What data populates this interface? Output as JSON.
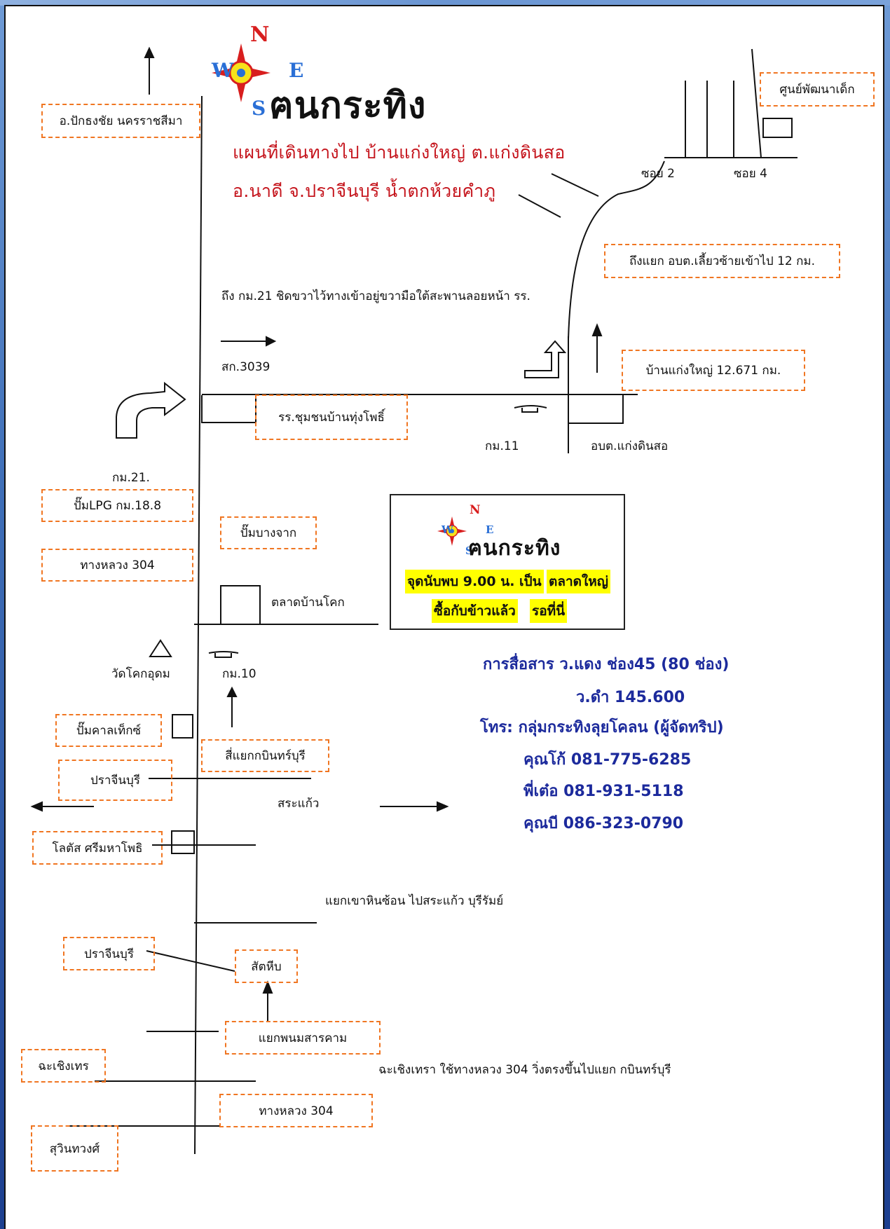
{
  "brand": {
    "name": "ฅนกระทิง",
    "compass": {
      "north": "N",
      "south": "S",
      "east": "E",
      "west": "W"
    }
  },
  "title": {
    "line1": "แผนที่เดินทางไป บ้านแก่งใหญ่ ต.แก่งดินสอ",
    "line2": "อ.นาดี  จ.ปราจีนบุรี  น้ำตกห้วยคำภู"
  },
  "colors": {
    "title_red": "#c5151d",
    "box_orange": "#f07622",
    "contact_blue": "#1c2a9c",
    "highlight_yellow": "#ffff00",
    "compass_red": "#d81e1e",
    "compass_yellow": "#f7e21a",
    "compass_blue": "#2a6fd6"
  },
  "boxed_labels": {
    "pak_thong_chai": "อ.ปักธงชัย นครราชสีมา",
    "child_center": "ศูนย์พัฒนาเด็ก",
    "obt_turn_left": "ถึงแยก อบต.เลี้ยวซ้ายเข้าไป 12 กม.",
    "ban_kaeng_yai": "บ้านแก่งใหญ่ 12.671 กม.",
    "school_thung_pho": "รร.ชุมชนบ้านทุ่งโพธิ์",
    "lpg_pump": "ปั๊มLPG กม.18.8",
    "highway_304_top": "ทางหลวง 304",
    "bang_chak_pump": "ปั๊มบางจาก",
    "caltex_pump": "ปั๊มคาลเท็กซ์",
    "kabin_buri_junction": "สี่แยกกบินทร์บุรี",
    "prachin_buri_1": "ปราจีนบุรี",
    "lotus": "โลตัส ศรีมหาโพธิ",
    "prachin_buri_2": "ปราจีนบุรี",
    "sat_hip": "สัตหีบ",
    "phanom_sarakham": "แยกพนมสารคาม",
    "chachoengsao": "ฉะเชิงเทร",
    "highway_304_bottom": "ทางหลวง 304",
    "suwinthawong": "สุวินทวงศ์"
  },
  "labels": {
    "km21_note": "ถึง กม.21 ชิดขวาไว้ทางเข้าอยู่ขวามือใต้สะพานลอยหน้า รร.",
    "road_3039": "สก.3039",
    "soi_2": "ซอย 2",
    "soi_4": "ซอย 4",
    "km11": "กม.11",
    "obt_kaeng_din_so": "อบต.แก่งดินสอ",
    "km21": "กม.21.",
    "talat_ban_khok": "ตลาดบ้านโคก",
    "wat_khok_udom": "วัดโคกอุดม",
    "km10": "กม.10",
    "sa_kaeo": "สระแก้ว",
    "khao_hin_son": "แยกเขาหินซ้อน   ไปสระแก้ว บุรีรัมย์",
    "chachoengsao_note": "ฉะเชิงเทรา ใช้ทางหลวง 304 วิ่งตรงขึ้นไปแยก กบินทร์บุรี"
  },
  "meeting_point": {
    "brand": "ฅนกระทิง",
    "line1a": "จุดนับพบ 9.00 น. เป็น",
    "line1b": "ตลาดใหญ่",
    "line2a": "ซื้อกับข้าวแล้ว",
    "line2b": "รอที่นี่"
  },
  "contact": {
    "radio_red": "การสื่อสาร ว.แดง ช่อง45 (80 ช่อง)",
    "radio_black": "ว.ดำ 145.600",
    "organizer": "โทร: กลุ่มกระทิงลุยโคลน (ผู้จัดทริป)",
    "phones": [
      "คุณโก้ 081-775-6285",
      "พี่เต๋อ 081-931-5118",
      "คุณบี 086-323-0790"
    ]
  },
  "icons": {
    "compass_logo": "compass-rose-icon",
    "overpass": "overpass-icon",
    "temple": "triangle-temple-icon",
    "turn_right_arrow": "curved-right-arrow-icon",
    "turn_left_then_up": "right-then-up-arrow-icon"
  }
}
